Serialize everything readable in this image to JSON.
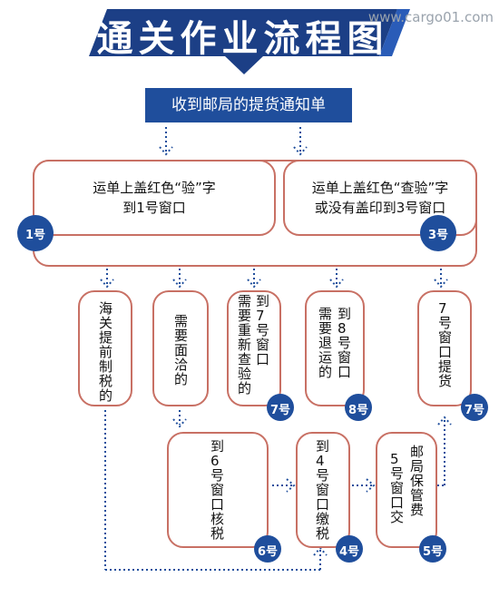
{
  "title": "通关作业流程图",
  "watermark": "www.cargo01.com",
  "notice": "收到邮局的提货通知单",
  "stage1": {
    "left": {
      "line1": "运单上盖红色“验”字",
      "line2": "到1号窗口",
      "badge": "1号"
    },
    "right": {
      "line1": "运单上盖红色“查验”字",
      "line2": "或没有盖印到3号窗口",
      "badge": "3号"
    }
  },
  "row2": [
    {
      "text": "海关提前制税的"
    },
    {
      "text": "需要面洽的"
    },
    {
      "col1": "需要重新查验的",
      "col2": "到7号窗口",
      "badge": "7号"
    },
    {
      "col1": "需要退运的",
      "col2": "到8号窗口",
      "badge": "8号"
    },
    {
      "text": "7号窗口提货",
      "badge": "7号"
    }
  ],
  "row3": [
    {
      "text": "到6号窗口核税",
      "badge": "6号"
    },
    {
      "text": "到4号窗口缴税",
      "badge": "4号"
    },
    {
      "col1": "5号窗口交",
      "col2": "邮局保管费",
      "badge": "5号"
    }
  ],
  "colors": {
    "navy": "#1f4e9c",
    "box_border": "#c87064",
    "banner": "#1c3f86",
    "badge": "#1f4e9c"
  }
}
